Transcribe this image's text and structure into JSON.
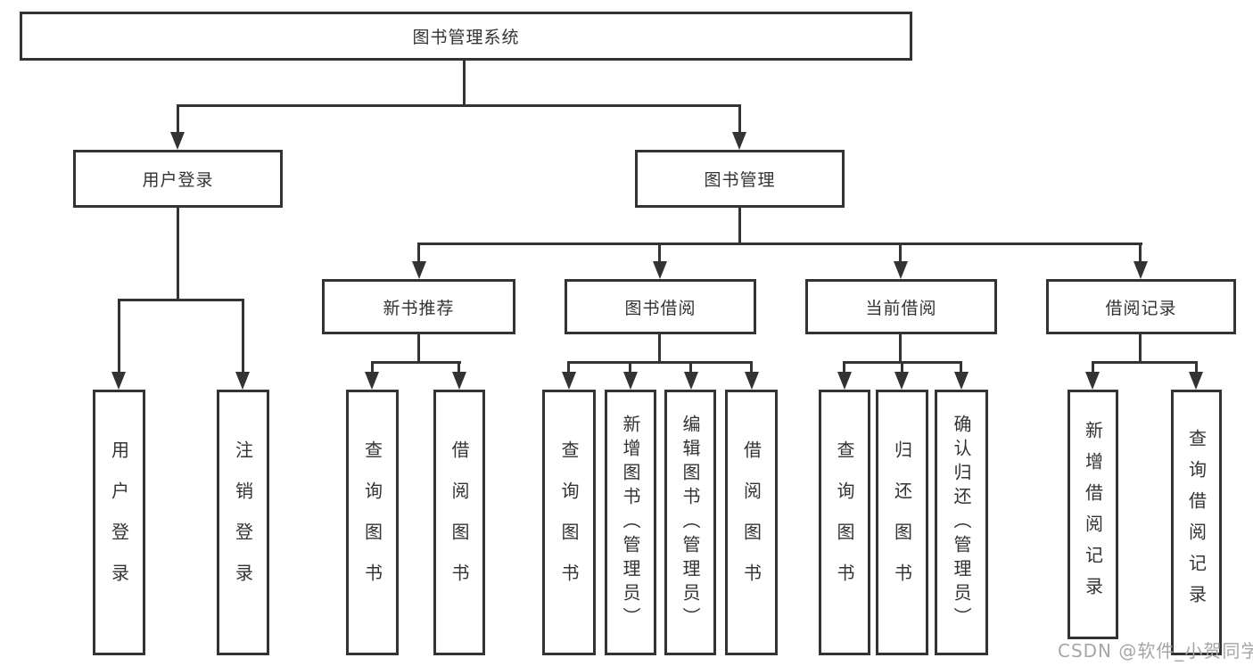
{
  "tree": {
    "root": {
      "label": "图书管理系统"
    },
    "level2": [
      {
        "label": "用户登录",
        "children": [
          {
            "label": "用户登录"
          },
          {
            "label": "注销登录"
          }
        ]
      },
      {
        "label": "图书管理",
        "modules": [
          {
            "label": "新书推荐",
            "children": [
              {
                "label": "查询图书"
              },
              {
                "label": "借阅图书"
              }
            ]
          },
          {
            "label": "图书借阅",
            "children": [
              {
                "label": "查询图书"
              },
              {
                "label": "新增图书（管理员）"
              },
              {
                "label": "编辑图书（管理员）"
              },
              {
                "label": "借阅图书"
              }
            ]
          },
          {
            "label": "当前借阅",
            "children": [
              {
                "label": "查询图书"
              },
              {
                "label": "归还图书"
              },
              {
                "label": "确认归还（管理员）"
              }
            ]
          },
          {
            "label": "借阅记录",
            "children": [
              {
                "label": "新增借阅记录"
              },
              {
                "label": "查询借阅记录"
              }
            ]
          }
        ]
      }
    ]
  },
  "watermark": {
    "text": "CSDN @软件_小贺同学"
  },
  "colors": {
    "line": "#333333",
    "box_border": "#333333",
    "text": "#333333",
    "watermark_text": "#a6a6a6",
    "background": "#ffffff"
  }
}
